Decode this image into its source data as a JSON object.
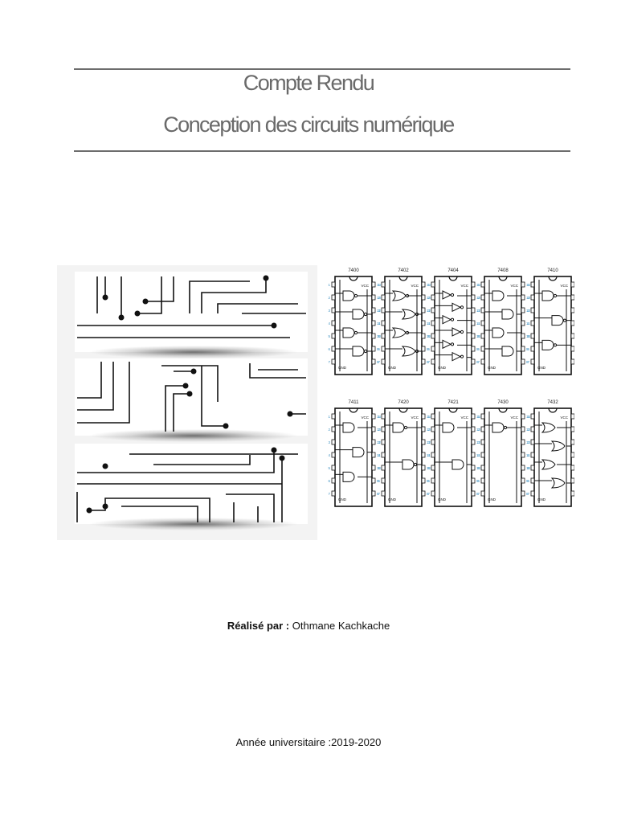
{
  "title": {
    "line1": "Compte Rendu",
    "line2": "Conception des circuits numérique"
  },
  "author": {
    "label": "Réalisé par :",
    "name": "Othmane Kachkache"
  },
  "year": {
    "label": "Année universitaire :",
    "value": "2019-2020"
  },
  "ic_chips": [
    {
      "label": "7400",
      "gate": "nand",
      "row": 0
    },
    {
      "label": "7402",
      "gate": "nor",
      "row": 0
    },
    {
      "label": "7404",
      "gate": "not",
      "row": 0
    },
    {
      "label": "7408",
      "gate": "and",
      "row": 0
    },
    {
      "label": "7410",
      "gate": "nand3",
      "row": 0
    },
    {
      "label": "7411",
      "gate": "and3",
      "row": 1
    },
    {
      "label": "7420",
      "gate": "nand4",
      "row": 1
    },
    {
      "label": "7421",
      "gate": "and4",
      "row": 1
    },
    {
      "label": "7430",
      "gate": "nand8",
      "row": 1
    },
    {
      "label": "7432",
      "gate": "or",
      "row": 1
    }
  ],
  "chip_pins": {
    "vcc": "VCC",
    "gnd": "GND",
    "left_numbers": [
      "1",
      "2",
      "3",
      "4",
      "5",
      "6",
      "7"
    ],
    "right_numbers": [
      "14",
      "13",
      "12",
      "11",
      "10",
      "9",
      "8"
    ]
  },
  "colors": {
    "title": "#6a6a6a",
    "rule": "#6d6d6d",
    "pin_numbers": "#3a8fc0"
  }
}
